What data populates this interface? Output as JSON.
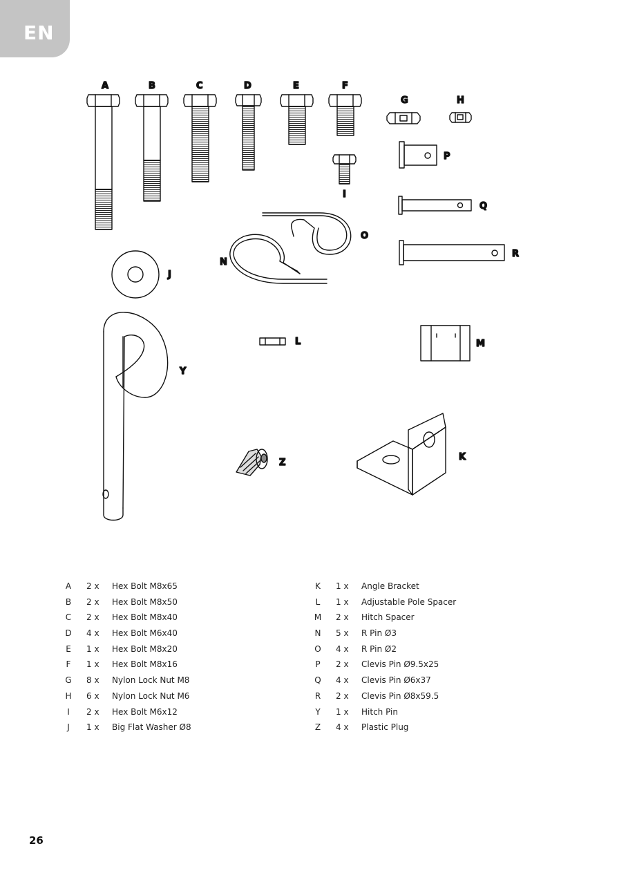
{
  "language_tab": "EN",
  "page_number": "26",
  "labels": {
    "A": "A",
    "B": "B",
    "C": "C",
    "D": "D",
    "E": "E",
    "F": "F",
    "G": "G",
    "H": "H",
    "I": "I",
    "J": "J",
    "K": "K",
    "L": "L",
    "M": "M",
    "N": "N",
    "O": "O",
    "P": "P",
    "Q": "Q",
    "R": "R",
    "Y": "Y",
    "Z": "Z"
  },
  "parts_left": [
    {
      "key": "A",
      "qty": "2 x",
      "desc": "Hex Bolt M8x65"
    },
    {
      "key": "B",
      "qty": "2 x",
      "desc": "Hex Bolt M8x50"
    },
    {
      "key": "C",
      "qty": "2 x",
      "desc": "Hex Bolt M8x40"
    },
    {
      "key": "D",
      "qty": "4 x",
      "desc": "Hex Bolt M6x40"
    },
    {
      "key": "E",
      "qty": "1 x",
      "desc": "Hex Bolt M8x20"
    },
    {
      "key": "F",
      "qty": "1 x",
      "desc": "Hex Bolt M8x16"
    },
    {
      "key": "G",
      "qty": "8 x",
      "desc": "Nylon Lock Nut M8"
    },
    {
      "key": "H",
      "qty": "6 x",
      "desc": "Nylon Lock Nut M6"
    },
    {
      "key": "I",
      "qty": "2 x",
      "desc": "Hex Bolt M6x12"
    },
    {
      "key": "J",
      "qty": "1 x",
      "desc": "Big Flat Washer Ø8"
    }
  ],
  "parts_right": [
    {
      "key": "K",
      "qty": "1 x",
      "desc": "Angle Bracket"
    },
    {
      "key": "L",
      "qty": "1 x",
      "desc": "Adjustable Pole Spacer"
    },
    {
      "key": "M",
      "qty": "2 x",
      "desc": "Hitch Spacer"
    },
    {
      "key": "N",
      "qty": "5 x",
      "desc": "R Pin Ø3"
    },
    {
      "key": "O",
      "qty": "4 x",
      "desc": "R Pin Ø2"
    },
    {
      "key": "P",
      "qty": "2 x",
      "desc": "Clevis Pin Ø9.5x25"
    },
    {
      "key": "Q",
      "qty": "4 x",
      "desc": "Clevis Pin Ø6x37"
    },
    {
      "key": "R",
      "qty": "2 x",
      "desc": "Clevis Pin Ø8x59.5"
    },
    {
      "key": "Y",
      "qty": "1 x",
      "desc": "Hitch Pin"
    },
    {
      "key": "Z",
      "qty": "4 x",
      "desc": "Plastic Plug"
    }
  ]
}
